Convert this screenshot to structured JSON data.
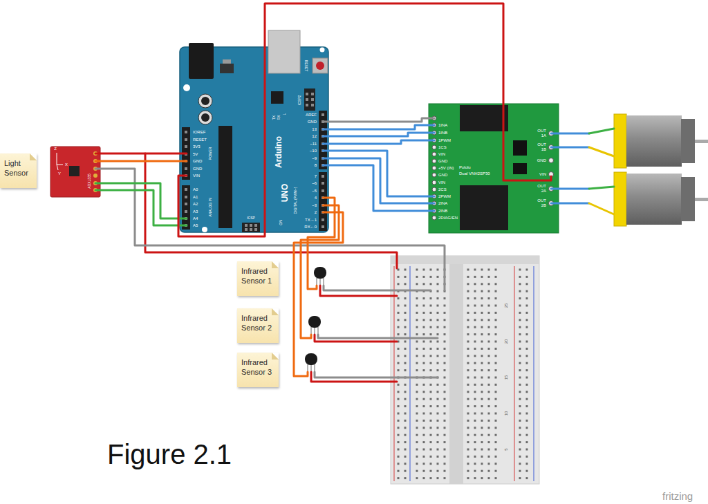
{
  "diagram": {
    "caption": "Figure 2.1",
    "nodes": [
      {
        "text": [
          "Light Sensor"
        ]
      },
      {
        "text": [
          "Infrared Sensor 1"
        ]
      },
      {
        "text": [
          "Infrared Sensor 2"
        ]
      },
      {
        "text": [
          "Infrared Sensor 3"
        ]
      }
    ],
    "labels": [
      "RESET",
      "ICSP2",
      "TX",
      "RX",
      "L",
      "AREF",
      "GND",
      "13",
      "12",
      "~11",
      "~10",
      "~9",
      "8",
      "7",
      "~6",
      "~5",
      "4",
      "~3",
      "2",
      "TX→1",
      "RX←0",
      "DIGITAL (PWM~)",
      "Arduino",
      "UNO",
      "ON",
      "ICSP",
      "IOREF",
      "RESET",
      "3V3",
      "5V",
      "GND",
      "GND",
      "VIN",
      "POWER",
      "A0",
      "A1",
      "A2",
      "A3",
      "A4",
      "A5",
      "ANALOG IN",
      "ADXL335",
      "Z",
      "X",
      "Y",
      "1INA",
      "1INB",
      "1PWM",
      "1CS",
      "VIN",
      "GND",
      "+5V (IN)",
      "GND",
      "VIN",
      "2CS",
      "2PWM",
      "2INA",
      "2INB",
      "2DIAG/EN",
      "Pololu",
      "Dual VNH2SP30",
      "OUT 1A",
      "OUT 1B",
      "GND",
      "VIN",
      "OUT 2A",
      "OUT 2B",
      "25",
      "20",
      "15",
      "10",
      "5",
      "fritzing"
    ]
  }
}
